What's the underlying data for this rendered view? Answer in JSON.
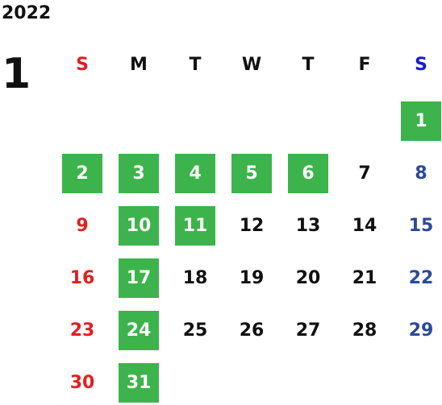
{
  "calendar": {
    "year": "2022",
    "month": "1",
    "weekdays": [
      "S",
      "M",
      "T",
      "W",
      "T",
      "F",
      "S"
    ],
    "first_weekday_index": 6,
    "days_in_month": 31,
    "highlighted_days": [
      1,
      2,
      3,
      4,
      5,
      6,
      10,
      11,
      17,
      24,
      31
    ]
  },
  "colors": {
    "text": "#111111",
    "sunday": "#e02020",
    "saturday_header": "#1a1acc",
    "saturday": "#2a4a9a",
    "highlight": "#3cb44b",
    "highlight_text": "#ffffff"
  }
}
